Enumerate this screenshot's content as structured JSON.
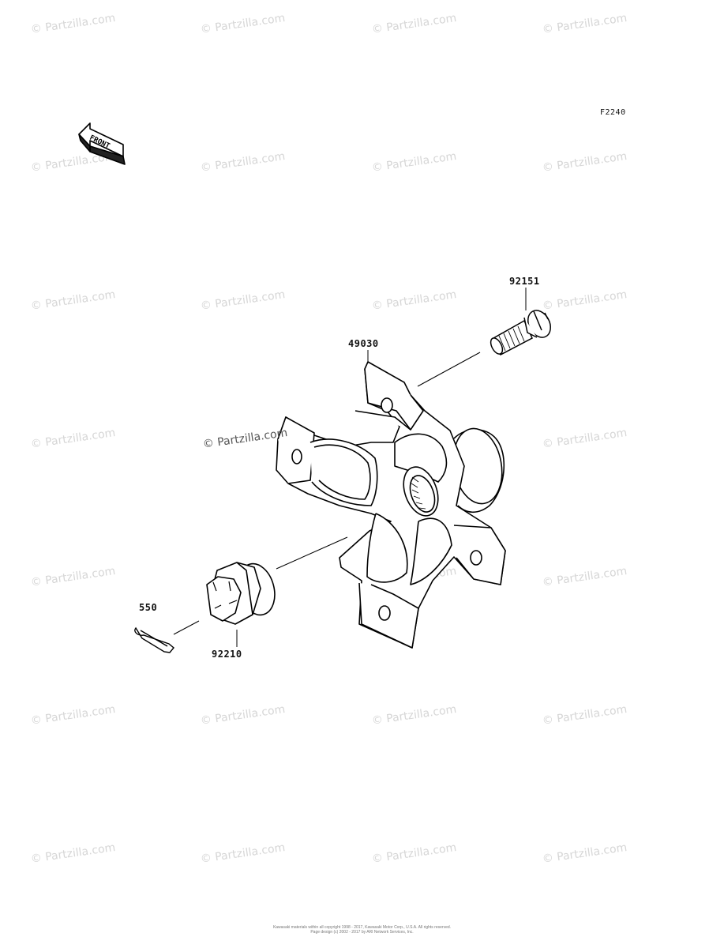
{
  "figure_ref": "F2240",
  "front_arrow_label": "FRONT",
  "watermark": "© Partzilla.com",
  "center_watermark": "© Partzilla.com",
  "parts": [
    {
      "number": "92151",
      "name": "hub-bolt"
    },
    {
      "number": "49030",
      "name": "hub"
    },
    {
      "number": "550",
      "name": "cotter-pin"
    },
    {
      "number": "92210",
      "name": "castle-nut"
    }
  ],
  "footer": {
    "line1": "Kawasaki materials within all copyright 1998 - 2017, Kawasaki Motor Corp., U.S.A. All rights reserved.",
    "line2": "Page design (c) 2002 - 2017 by ARI Network Services, Inc."
  }
}
